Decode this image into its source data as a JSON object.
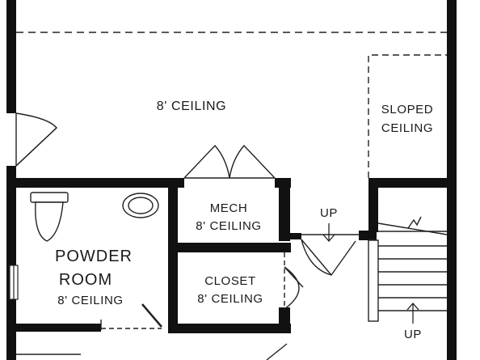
{
  "rooms": {
    "main_ceiling": "8' CEILING",
    "sloped_line1": "SLOPED",
    "sloped_line2": "CEILING",
    "mech_name": "MECH",
    "mech_ceiling": "8' CEILING",
    "powder_line1": "POWDER",
    "powder_line2": "ROOM",
    "powder_ceiling": "8' CEILING",
    "closet_name": "CLOSET",
    "closet_ceiling": "8' CEILING"
  },
  "stairs": {
    "up_top": "UP",
    "up_bottom": "UP"
  }
}
